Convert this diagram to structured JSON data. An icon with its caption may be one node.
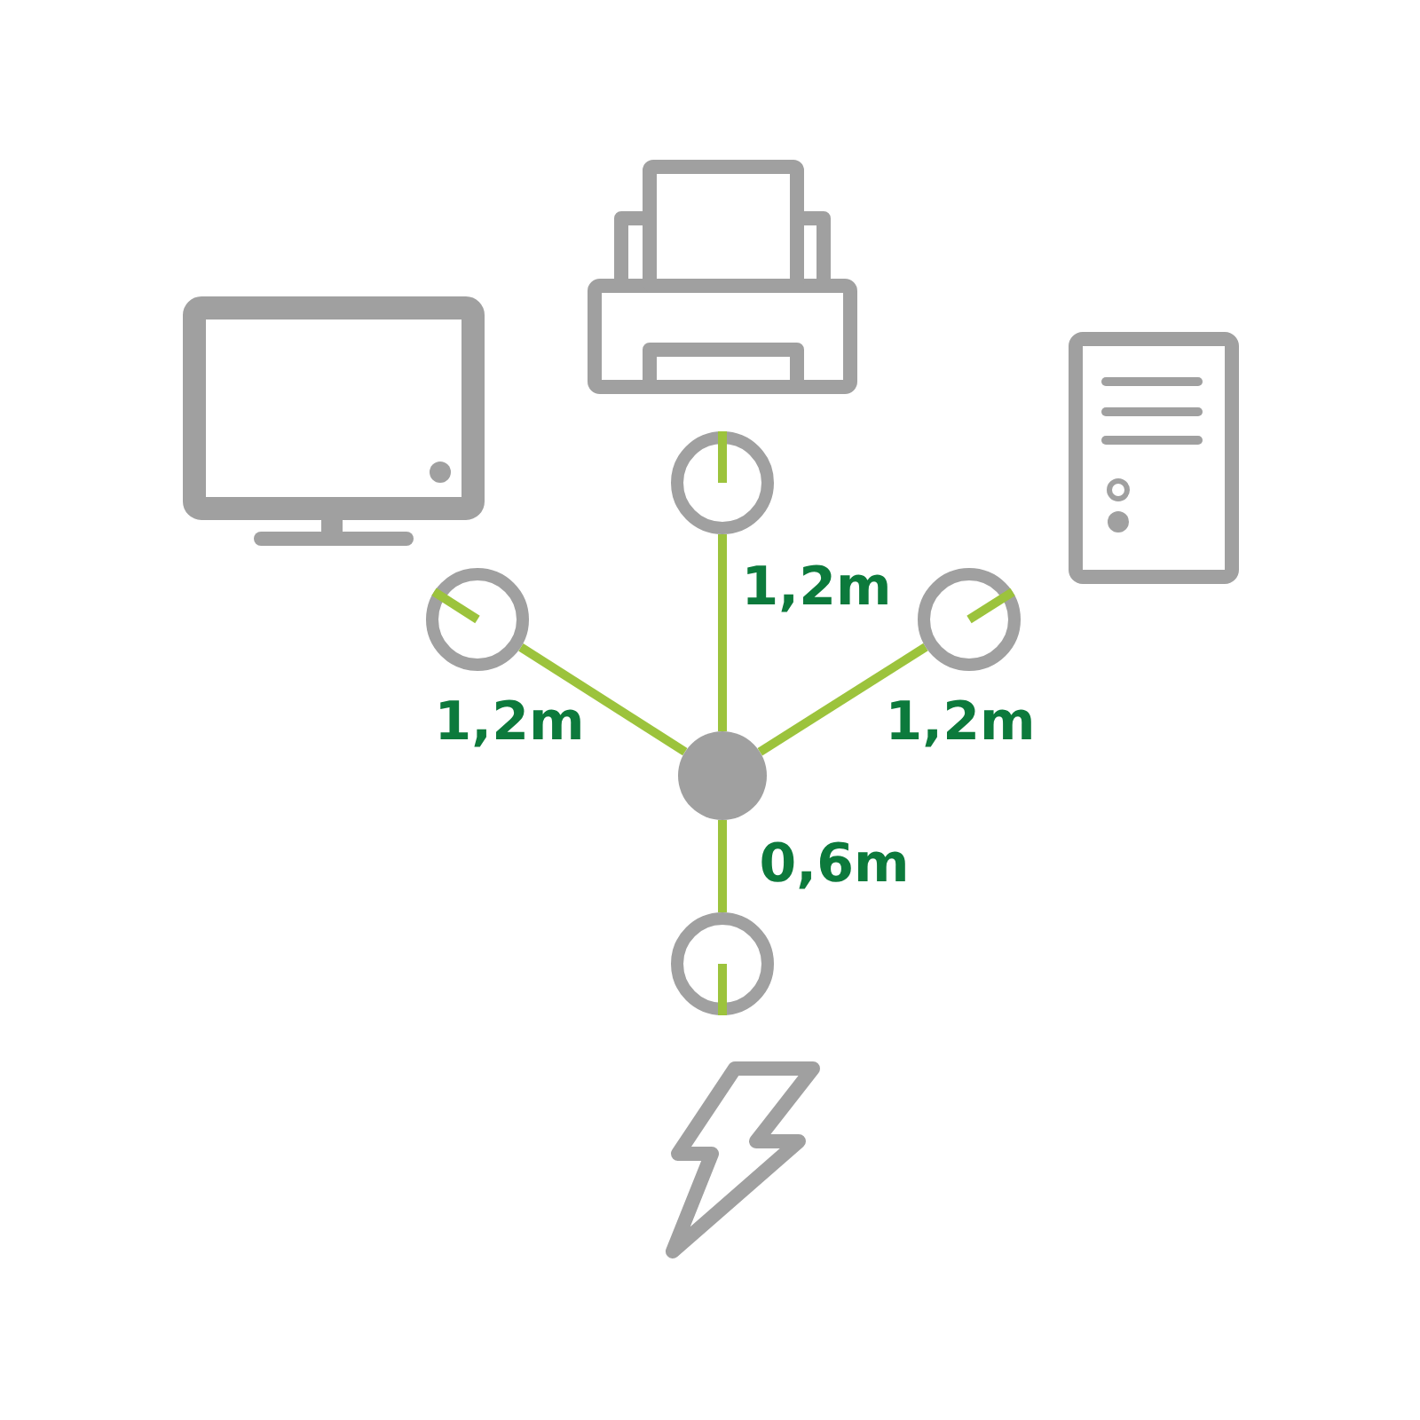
{
  "diagram": {
    "nodes": [
      {
        "text": [],
        "shape": "circle"
      },
      {
        "text": [],
        "shape": "circle"
      },
      {
        "text": [],
        "shape": "circle"
      },
      {
        "text": [],
        "shape": "circle"
      },
      {
        "text": [],
        "shape": "circle"
      }
    ],
    "edges": [
      {
        "from": 3,
        "to": 0,
        "arrow": "none",
        "label": "1,2m"
      },
      {
        "from": 3,
        "to": 1,
        "arrow": "none",
        "label": "1,2m"
      },
      {
        "from": 3,
        "to": 2,
        "arrow": "none",
        "label": "1,2m"
      },
      {
        "from": 3,
        "to": 4,
        "arrow": "none",
        "label": "0,6m"
      }
    ]
  }
}
